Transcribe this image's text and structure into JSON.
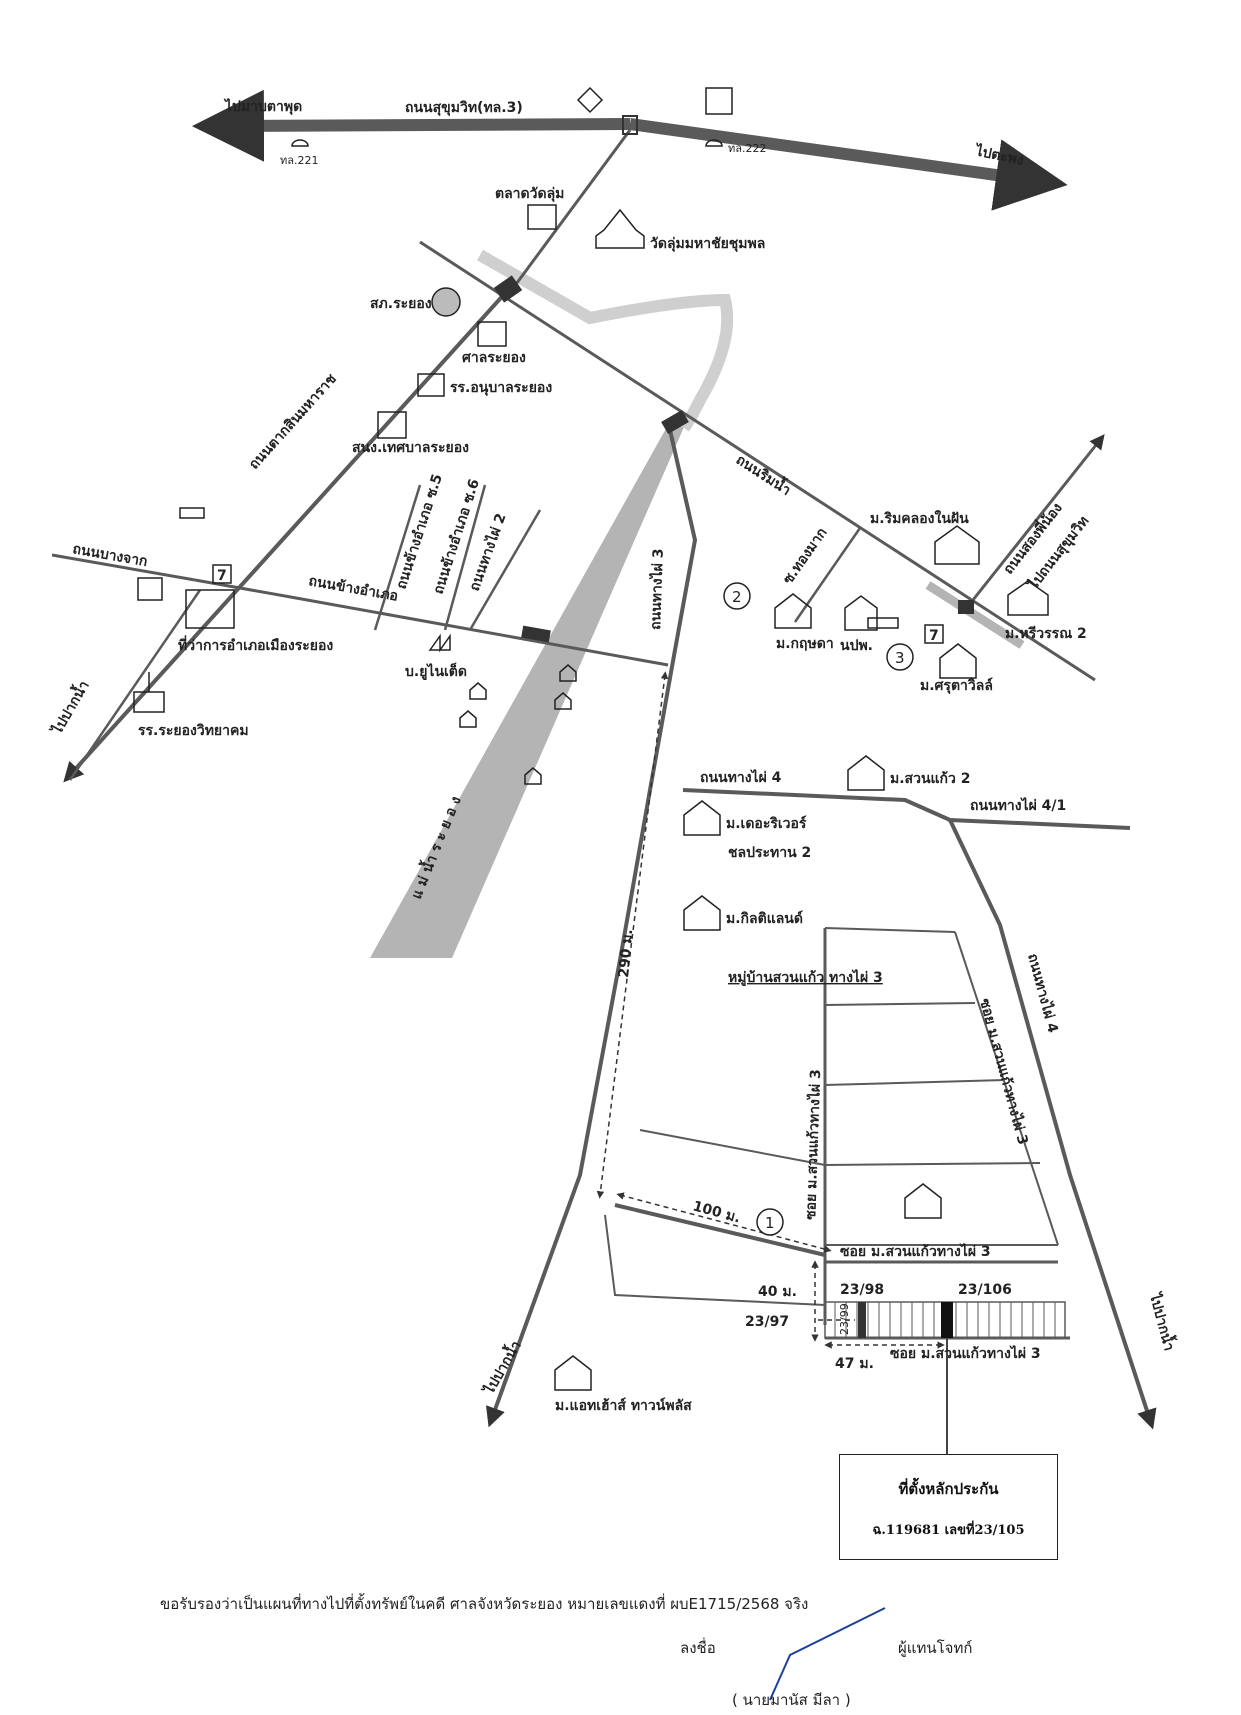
{
  "map": {
    "roads": {
      "sukhumvit": "ถนนสุขุมวิท(ทล.3)",
      "to_map_ta_phut": "ไปมาบตาพุด",
      "to_klaeng": "ไปตะพง",
      "rd221": "ทล.221",
      "rd222": "ทล.222",
      "taksin": "ถนนตากสินมหาราช",
      "rim_nam": "ถนนริมน้ำ",
      "bang_chak": "ถนนบางจาก",
      "khang_amphoe": "ถนนข้างอำเภอ",
      "khang_amphoe_5": "ถนนข้างอำเภอ ซ.5",
      "khang_amphoe_6": "ถนนข้างอำเภอ ซ.6",
      "thang_phai_2": "ถนนทางไผ่ 2",
      "thang_phai_3": "ถนนทางไผ่ 3",
      "thang_phai_4": "ถนนทางไผ่ 4",
      "thang_phai_4_1": "ถนนทางไผ่ 4/1",
      "thang_phai_4_e": "ถนนทางไผ่ 4",
      "thong_mak": "ซ.ทองมาก",
      "song_phi_nong": "ถนนสองพี่น้อง",
      "to_sukhumvit": "ไปถนนสุขุมวิท",
      "to_pak_nam_w": "ไปปากน้ำ",
      "to_pak_nam_s": "ไปปากน้ำ",
      "to_pak_nam_e": "ไปปากน้ำ",
      "soi_suan_kaeo_v": "ซอย ม.สวนแก้วทางไผ่ 3",
      "soi_suan_kaeo_h1": "ซอย ม.สวนแก้วทางไผ่ 3",
      "soi_suan_kaeo_h2": "ซอย ม.สวนแก้วทางไผ่ 3",
      "soi_suan_kaeo_diag": "ซอย ม.สวนแก้วทางไผ่ 3",
      "river": "แม่น้ำระยอง"
    },
    "places": {
      "talat_wat_lum": "ตลาดวัดลุ่ม",
      "wat_lum": "วัดลุ่มมหาชัยชุมพล",
      "police": "สภ.ระยอง",
      "court": "ศาลระยอง",
      "school_anuban": "รร.อนุบาลระยอง",
      "municipality": "สนง.เทศบาลระยอง",
      "district_office": "ที่ว่าการอำเภอเมืองระยอง",
      "rayong_wittayakom": "รร.ระยองวิทยาคม",
      "united": "บ.ยูไนเต็ด",
      "rim_khlong": "ม.ริมคลองในฝัน",
      "npw": "นปพ.",
      "kritsada": "ม.กฤษดา",
      "hariwan": "ม.หรีวรรณ 2",
      "sirutavil": "ม.ศรุตาวิลล์",
      "suan_kaeo_2": "ม.สวนแก้ว 2",
      "the_river": "ม.เดอะริเวอร์",
      "chonprathan": "ชลประทาน 2",
      "kilti_land": "ม.กิลติแลนด์",
      "village": "หมู่บ้านสวนแก้ว ทางไผ่ 3",
      "at_house": "ม.แอทเฮ้าส์ ทาวน์พลัส",
      "seven_eleven": "7"
    },
    "markers": {
      "m1": "1",
      "m2": "2",
      "m3": "3"
    },
    "distances": {
      "d290": "290 ม.",
      "d100": "100 ม.",
      "d40": "40 ม.",
      "d47": "47 ม."
    },
    "plots": {
      "p98": "23/98",
      "p106": "23/106",
      "p97": "23/97",
      "p99": "23/99"
    },
    "collateral": {
      "title": "ที่ตั้งหลักประกัน",
      "deed": "ฉ.119681 เลขที่23/105"
    }
  },
  "footer": {
    "certify": "ขอรับรองว่าเป็นแผนที่ทางไปที่ตั้งทรัพย์ในคดี ศาลจังหวัดระยอง หมายเลขแดงที่ ผบE1715/2568 จริง",
    "sign_label": "ลงชื่อ",
    "role": "ผู้แทนโจทก์",
    "name": "( นายมานัส มีลา )"
  },
  "colors": {
    "road": "#5a5a5a",
    "river": "#b4b4b4",
    "ink": "#222222",
    "signature": "#1f3f9a"
  }
}
